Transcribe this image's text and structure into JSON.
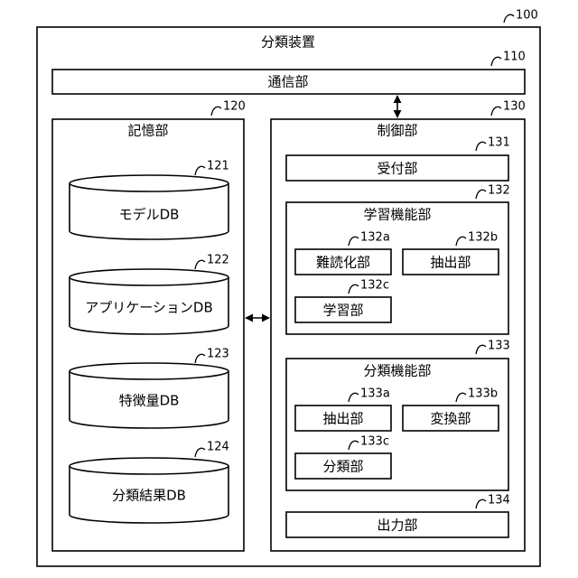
{
  "device": {
    "label": "分類装置",
    "ref": "100"
  },
  "communication": {
    "label": "通信部",
    "ref": "110"
  },
  "storage": {
    "label": "記憶部",
    "ref": "120",
    "databases": [
      {
        "label": "モデルDB",
        "ref": "121"
      },
      {
        "label": "アプリケーションDB",
        "ref": "122"
      },
      {
        "label": "特徴量DB",
        "ref": "123"
      },
      {
        "label": "分類結果DB",
        "ref": "124"
      }
    ]
  },
  "control": {
    "label": "制御部",
    "ref": "130",
    "reception": {
      "label": "受付部",
      "ref": "131"
    },
    "learning": {
      "label": "学習機能部",
      "ref": "132",
      "obfuscation": {
        "label": "難読化部",
        "ref": "132a"
      },
      "extraction": {
        "label": "抽出部",
        "ref": "132b"
      },
      "training": {
        "label": "学習部",
        "ref": "132c"
      }
    },
    "classifying": {
      "label": "分類機能部",
      "ref": "133",
      "extraction": {
        "label": "抽出部",
        "ref": "133a"
      },
      "conversion": {
        "label": "変換部",
        "ref": "133b"
      },
      "classification": {
        "label": "分類部",
        "ref": "133c"
      }
    },
    "output": {
      "label": "出力部",
      "ref": "134"
    }
  }
}
